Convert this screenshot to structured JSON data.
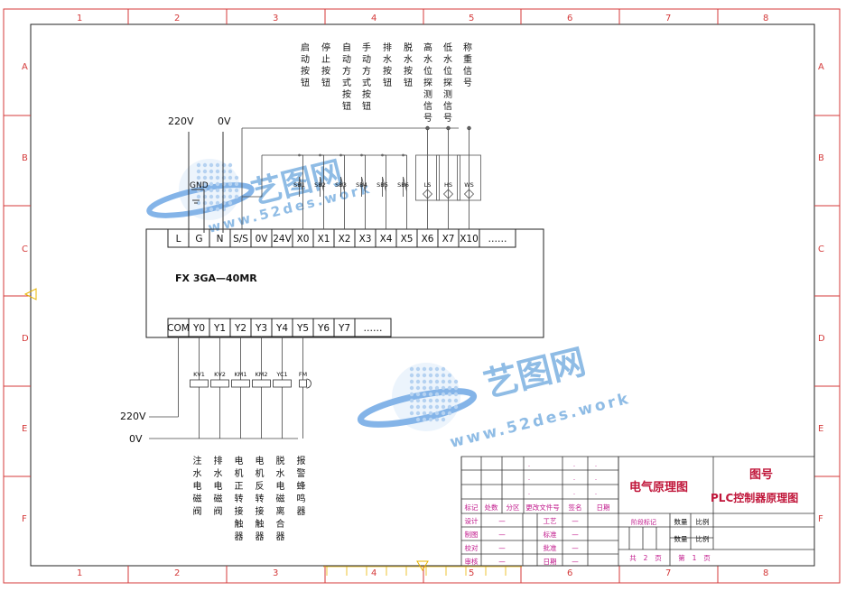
{
  "frame": {
    "col_numbers": [
      "1",
      "2",
      "3",
      "4",
      "5",
      "6",
      "7",
      "8"
    ],
    "row_letters": [
      "A",
      "B",
      "C",
      "D",
      "E",
      "F"
    ]
  },
  "plc": {
    "model": "FX 3GA—40MR",
    "top_terminals": [
      "L",
      "G",
      "N",
      "S/S",
      "0V",
      "24V",
      "X0",
      "X1",
      "X2",
      "X3",
      "X4",
      "X5",
      "X6",
      "X7",
      "X10",
      "……"
    ],
    "bottom_terminals": [
      "COM",
      "Y0",
      "Y1",
      "Y2",
      "Y3",
      "Y4",
      "Y5",
      "Y6",
      "Y7",
      "……"
    ]
  },
  "supply_top": {
    "v220": "220V",
    "v0": "0V",
    "gnd": "GND"
  },
  "supply_bottom": {
    "v220": "220V",
    "v0": "0V"
  },
  "inputs": {
    "devices": [
      "SB1",
      "SB2",
      "SB3",
      "SB4",
      "SB5",
      "SB6",
      "LS",
      "HS",
      "WS"
    ],
    "descriptions": [
      "启动按钮",
      "停止按钮",
      "自动方式按钮",
      "手动方式按钮",
      "排水按钮",
      "脱水按钮",
      "高水位探测信号",
      "低水位探测信号",
      "称重信号"
    ]
  },
  "outputs": {
    "devices": [
      "KV1",
      "KV2",
      "KM1",
      "KM2",
      "YC1",
      "FM"
    ],
    "descriptions": [
      "注水电磁阀",
      "排水电磁阀",
      "电机正转接触器",
      "电机反转接触器",
      "脱水电磁离合器",
      "报警蜂鸣器"
    ]
  },
  "title_block": {
    "title": "电气原理图",
    "drawing_no_label": "图号",
    "drawing_name": "PLC控制器原理图",
    "headers": [
      "标记",
      "处数",
      "分区",
      "更改文件号",
      "签名",
      "日期"
    ],
    "rows_left": [
      "设计",
      "制图",
      "校对",
      "审核"
    ],
    "rows_mid": [
      "工艺",
      "标准",
      "批准",
      "日期"
    ],
    "dash": "—",
    "stage_label": "阶段标记",
    "qty_label": "数量",
    "scale_label": "比例",
    "sheets_total": "共",
    "sheets_total_n": "2",
    "sheet_unit": "页",
    "sheet_current": "第",
    "sheet_current_n": "1"
  },
  "watermark": {
    "brand": "艺图网",
    "url": "www.52des.work"
  }
}
